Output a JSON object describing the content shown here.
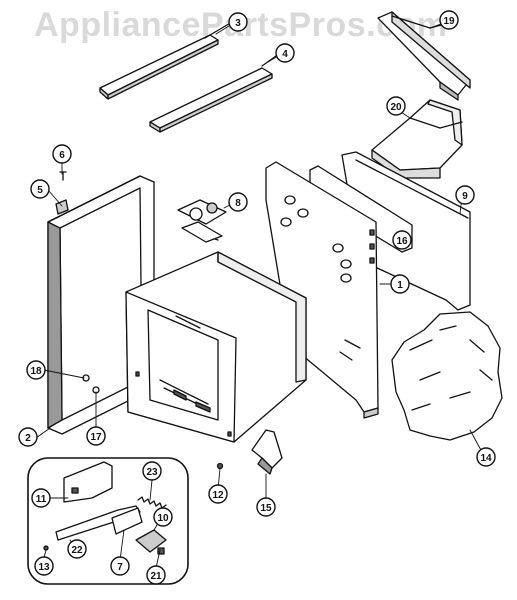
{
  "watermark": "AppliancePartsPros.com",
  "callouts": {
    "c1": "1",
    "c2": "2",
    "c3": "3",
    "c4": "4",
    "c5": "5",
    "c6": "6",
    "c7": "7",
    "c8": "8",
    "c9": "9",
    "c10": "10",
    "c11": "11",
    "c12": "12",
    "c13": "13",
    "c14": "14",
    "c15": "15",
    "c16": "16",
    "c17": "17",
    "c18": "18",
    "c19": "19",
    "c20": "20",
    "c21": "21",
    "c22": "22",
    "c23": "23"
  }
}
